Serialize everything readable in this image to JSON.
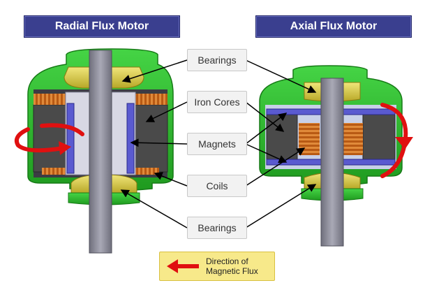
{
  "titles": {
    "radial": "Radial Flux Motor",
    "axial": "Axial Flux Motor"
  },
  "labels": [
    {
      "key": "bearings-top",
      "text": "Bearings"
    },
    {
      "key": "iron-cores",
      "text": "Iron Cores"
    },
    {
      "key": "magnets",
      "text": "Magnets"
    },
    {
      "key": "coils",
      "text": "Coils"
    },
    {
      "key": "bearings-bottom",
      "text": "Bearings"
    }
  ],
  "legend": {
    "line1": "Direction of",
    "line2": "Magnetic Flux"
  },
  "colors": {
    "title_bg": "#3a3f8f",
    "housing": "#2fc12f",
    "housing_dark": "#1e8a1e",
    "bearing": "#e0d34a",
    "shaft": "#8c8c98",
    "core": "#4a4a4a",
    "magnet": "#6060c8",
    "coil": "#c86a20",
    "flux_arrow": "#e01010",
    "legend_bg": "#f7e98a"
  }
}
